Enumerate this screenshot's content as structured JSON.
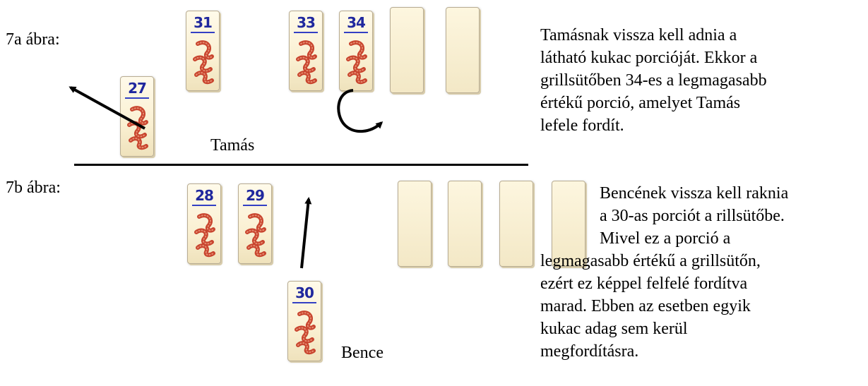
{
  "figure_a": {
    "label": "7a ábra:",
    "player": "Tamás",
    "tiles": [
      "31",
      "33",
      "34",
      "27"
    ],
    "description_lines": [
      "Tamásnak vissza kell adnia a",
      "látható kukac porcióját. Ekkor a",
      "grillsütőben 34-es a legmagasabb",
      "értékű porció, amelyet Tamás",
      "lefele fordít."
    ]
  },
  "figure_b": {
    "label": "7b ábra:",
    "player": "Bence",
    "tiles": [
      "28",
      "29",
      "30"
    ],
    "description_lines": [
      "Bencének vissza kell raknia",
      "a 30-as porciót a rillsütőbe.",
      "Mivel ez a porció a",
      "legmagasabb értékű a grillsütőn,",
      "ezért ez képpel felfelé fordítva",
      "marad. Ebben az esetben egyik",
      "kukac adag sem kerül",
      "megfordításra."
    ]
  },
  "colors": {
    "tile_face": "#faf0d2",
    "tile_number": "#20289e",
    "worm": "#c8442e",
    "separator": "#000000"
  }
}
